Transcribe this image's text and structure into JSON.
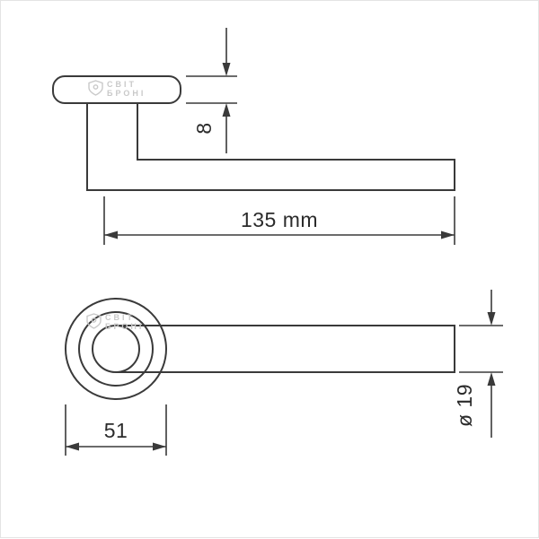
{
  "diagram": {
    "type": "technical-dimension-drawing",
    "subject": "door-handle-on-round-rosette",
    "line_color": "#3a3a3a",
    "watermark_color": "#c9c9c9",
    "watermark": {
      "line1": "СВІТ",
      "line2": "БРОНІ"
    },
    "side_view": {
      "rosette_thickness_label": "8",
      "handle_length_label": "135 mm"
    },
    "front_view": {
      "rosette_diameter_label": "51",
      "lever_diameter_label": "ø 19"
    }
  }
}
